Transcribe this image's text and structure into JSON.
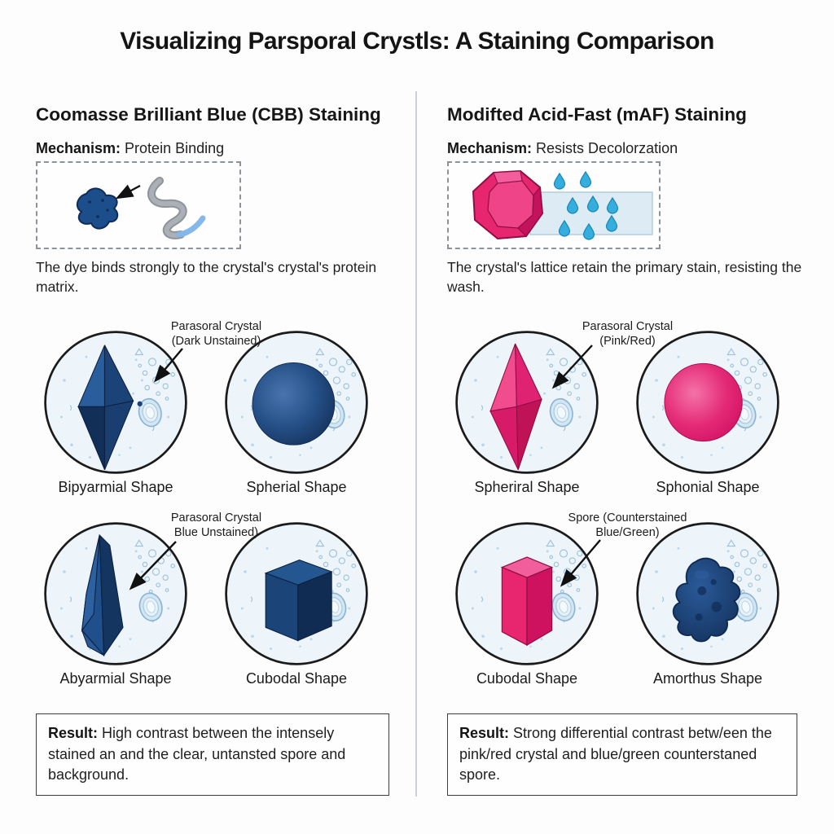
{
  "title": "Visualizing Parsporal Crystls: A Staining Comparison",
  "colors": {
    "stain_navy": "#1d4e8c",
    "stain_pink": "#e8256f",
    "field_light_blue": "#edf4fa",
    "droplet_blue": "#35aede",
    "divider_gray": "#ccd1d7"
  },
  "columns": [
    {
      "heading": "Coomasse Brilliant Blue (CBB) Staining",
      "mechanism": {
        "label": "Mechanism:",
        "value": "Protein Binding"
      },
      "description": "The dye binds strongly to the crystal's crystal's protein matrix.",
      "rows": [
        {
          "annotation": {
            "line1": "Parasoral Crystal",
            "line2": "(Dark Unstained)"
          },
          "cells": [
            {
              "shape": "bipyramid-navy",
              "caption": "Bipyarmial Shape"
            },
            {
              "shape": "sphere-navy",
              "caption": "Spherial Shape"
            }
          ]
        },
        {
          "annotation": {
            "line1": "Parasoral Crystal",
            "line2": "Blue Unstained)"
          },
          "cells": [
            {
              "shape": "obelisk-navy",
              "caption": "Abyarmial Shape"
            },
            {
              "shape": "cuboid-navy",
              "caption": "Cubodal Shape"
            }
          ]
        }
      ],
      "result": {
        "label": "Result:",
        "text": "High contrast between the intensely stained an and the clear, untansted spore and background."
      }
    },
    {
      "heading": "Modifted Acid-Fast (mAF) Staining",
      "mechanism": {
        "label": "Mechanism:",
        "value": "Resists Decolorzation"
      },
      "description": "The crystal's lattice retain the primary stain, resisting the wash.",
      "rows": [
        {
          "annotation": {
            "line1": "Parasoral Crystal",
            "line2": "(Pink/Red)"
          },
          "cells": [
            {
              "shape": "bipyramid-pink",
              "caption": "Spheriral Shape"
            },
            {
              "shape": "sphere-pink",
              "caption": "Sphonial Shape"
            }
          ]
        },
        {
          "annotation": {
            "line1": "Spore (Counterstained",
            "line2": "Blue/Green)"
          },
          "cells": [
            {
              "shape": "cuboid-pink",
              "caption": "Cubodal Shape"
            },
            {
              "shape": "blob-navy",
              "caption": "Amorthus Shape"
            }
          ]
        }
      ],
      "result": {
        "label": "Result:",
        "text": "Strong differential contrast betw/een the pink/red crystal and blue/green counterstaned spore."
      }
    }
  ]
}
